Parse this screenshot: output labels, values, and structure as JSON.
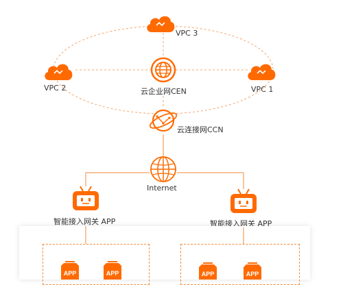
{
  "colors": {
    "accent": "#ff6a00",
    "line": "#f4a46a",
    "text": "#333333"
  },
  "nodes": {
    "vpc3": {
      "label": "VPC 3",
      "icon": "cloud-icon"
    },
    "vpc2": {
      "label": "VPC 2",
      "icon": "cloud-icon"
    },
    "vpc1": {
      "label": "VPC 1",
      "icon": "cloud-icon"
    },
    "cen": {
      "label": "云企业网CEN",
      "icon": "globe-icon"
    },
    "ccn": {
      "label": "云连接网CCN",
      "icon": "planet-icon"
    },
    "internet": {
      "label": "Internet",
      "icon": "globe-icon"
    },
    "gateway_left": {
      "label": "智能接入网关 APP",
      "icon": "gateway-robot-icon"
    },
    "gateway_right": {
      "label": "智能接入网关 APP",
      "icon": "gateway-robot-icon"
    }
  },
  "apps": {
    "badge_text": "APP",
    "left": [
      "APP",
      "APP"
    ],
    "right": [
      "APP",
      "APP"
    ]
  }
}
